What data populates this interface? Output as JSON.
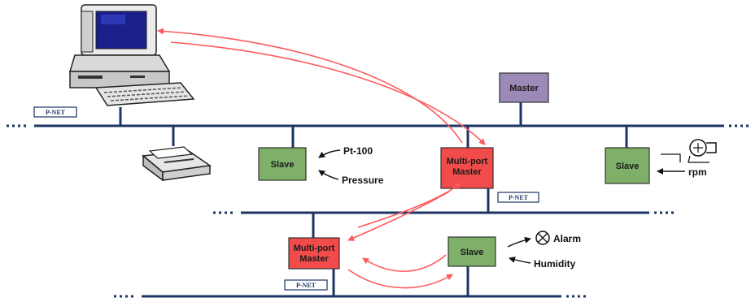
{
  "colors": {
    "bus": "#1c3563",
    "slave_fill": "#7fb069",
    "multiport_fill": "#f24b4b",
    "master_fill": "#9b8ab8",
    "link_arrow": "#ff5a5a"
  },
  "network_tags": [
    "P-NET",
    "P-NET",
    "P-NET"
  ],
  "top_bus": {
    "master_label": "Master",
    "slave_left_label": "Slave",
    "slave_left_inputs": [
      "Pt-100",
      "Pressure"
    ],
    "multiport_label": "Multi-port Master",
    "slave_right_label": "Slave",
    "slave_right_input": "rpm"
  },
  "lower_bus": {
    "multiport_label": "Multi-port Master",
    "slave_label": "Slave",
    "slave_outputs": [
      "Alarm",
      "Humidity"
    ]
  },
  "icons": [
    "computer-icon",
    "printer-icon",
    "motor-icon",
    "alarm-lamp-icon"
  ]
}
